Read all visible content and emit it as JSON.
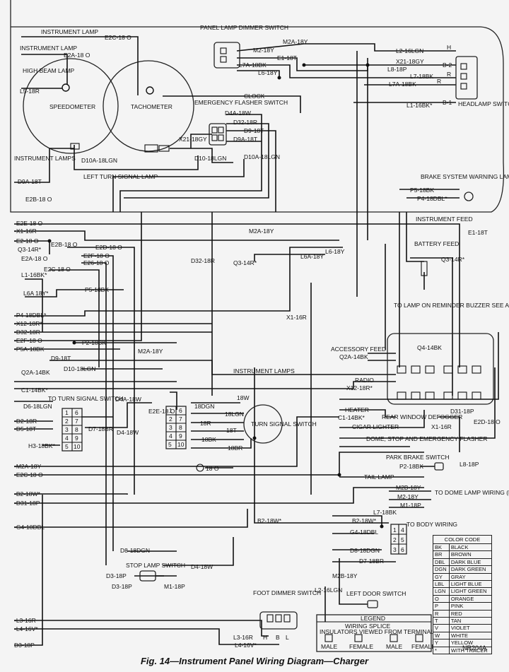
{
  "caption": "Fig. 14—Instrument Panel Wiring Diagram—Charger",
  "figure_ref": "NR204A",
  "components": {
    "speedometer": "SPEEDOMETER",
    "tachometer": "TACHOMETER",
    "panel_lamp_dimmer_switch": "PANEL LAMP DIMMER SWITCH",
    "emergency_flasher_switch": "EMERGENCY FLASHER SWITCH",
    "headlamp_switch": "HEADLAMP SWITCH",
    "brake_warning_lamp": "BRAKE SYSTEM WARNING LAMP",
    "turn_signal_switch": "TURN SIGNAL SWITCH",
    "to_turn_signal_switch": "TO TURN SIGNAL SWITCH",
    "stop_lamp_switch": "STOP LAMP SWITCH",
    "foot_dimmer_switch": "FOOT DIMMER SWITCH",
    "left_door_switch": "LEFT DOOR SWITCH",
    "to_dome_lamp_wiring": "TO DOME LAMP WIRING (BODY)",
    "to_body_wiring": "TO BODY WIRING",
    "lamp_on_reminder": "TO LAMP ON REMINDER BUZZER SEE ACCESSORY WIRING DIAGRAM",
    "clock": "CLOCK",
    "instrument_feed": "INSTRUMENT FEED",
    "battery_feed": "BATTERY FEED",
    "instrument_lamps": "INSTRUMENT LAMPS",
    "instrument_lamps_left": "INSTRUMENT LAMPS",
    "left_turn_signal_lamp": "LEFT TURN SIGNAL LAMP",
    "high_beam_lamp": "HIGH BEAM LAMP",
    "instrument_lamp_1": "INSTRUMENT LAMP",
    "instrument_lamp_2": "INSTRUMENT LAMP",
    "accessory_feed": "ACCESSORY FEED",
    "radio": "RADIO",
    "heater": "HEATER",
    "cigar_lighter": "CIGAR LIGHTER",
    "rear_window_defogger": "REAR WINDOW DEFOGGER",
    "dome_stop_flasher": "DOME, STOP AND EMERGENCY FLASHER",
    "park_brake_switch": "PARK BRAKE SWITCH",
    "tail_lamp": "TAIL LAMP"
  },
  "left_labels": [
    "-D9A-18T",
    "-E2E-18 O",
    "-X1-16R",
    "-E2-18 O",
    "Q3-14R*",
    "E2A-18 O",
    "L1-16BK*",
    "L6A 18Y*",
    "-P4-18DBL*",
    "-X12-18R*",
    "-D32-18R",
    "-E2F-18 O",
    "-P5A-18BK",
    "Q2A-14BK",
    "C1-14BK*",
    "D6-18LGN",
    "-D2-18R",
    "-D5-18T",
    "H3-18BK*",
    "-M2A-18Y",
    "-E2C-18 O",
    "-B2-18W*",
    "-D31-18P",
    "-G4-18DBL",
    "D3-18P",
    "-L3-16R",
    "-L4-16V*",
    "D3-18P"
  ],
  "wire_labels": {
    "e2c": "E2C-18 O",
    "e2a": "E2A-18 O",
    "l5": "L5-18R",
    "m2a_top": "M2A-18Y",
    "m2_18y": "M2-18Y",
    "l7a": "L7A-18BK",
    "l6": "L6-18Y",
    "e1": "E1-18T",
    "l2": "L2-16LGN",
    "x21": "X21-18GY",
    "l8": "L8-18P",
    "l7": "L7-18BK",
    "l7a_r": "L7A-18BK",
    "l1": "L1-16BK*",
    "d4a": "D4A-18W",
    "d32": "D32-18R",
    "d9": "D9-18T",
    "d9a": "D9A-18T",
    "d10": "D10-18LGN",
    "d10a": "D10A-18LGN",
    "x21_left": "X21-18GY",
    "d10a_left": "D10A-18LGN",
    "p5": "P5-18BK",
    "p4": "P4-18DBL*",
    "e2b": "E2B-18 O",
    "e2b2": "E2B-18 O",
    "e2d": "E2D-18 O",
    "e2f": "E2F-18 O",
    "e26": "E26-18 O",
    "e2c2": "E2C-18 O",
    "m2a_mid": "M2A-18Y",
    "l6a": "L6A-18Y",
    "l6_mid": "L6-18Y",
    "q3": "Q3-14R*",
    "q3_r": "Q3-14R*",
    "d32_mid": "D32-18R",
    "p5_mid": "P5-18BK",
    "e1_r": "E1-18T",
    "x1": "X1-16R",
    "p2": "P2-18BK",
    "m2a_lo": "M2A-18Y",
    "d9_lo": "D9-18T",
    "d10_lo": "D10-18LGN",
    "q2a": "Q2A-14BK",
    "q4": "Q4-14BK",
    "x12": "X12-18R*",
    "c1": "C1-14BK*",
    "x1_r": "X1-16R",
    "d31": "D31-18P",
    "e2d_r": "E2D-18 O",
    "d4a_lo": "D4A-18W",
    "e2e": "E2E-18 O",
    "d4": "D4-18W",
    "d7": "D7-18BR",
    "w18": "18W",
    "dgn18": "18DGN",
    "lgn18": "18LGN",
    "r18": "18R",
    "t18": "18T",
    "bk18": "18BK",
    "br18": "18BR",
    "o18": "18 O",
    "p2_r": "P2-18BK",
    "l8_r": "L8-18P",
    "m2b": "M2B-18Y",
    "m2": "M2-18Y",
    "m1": "M1-18P",
    "l7_lo": "L7-18BK",
    "b2": "B2-18W*",
    "b2_r": "B2-18W*",
    "g4": "G4-18DBL",
    "d8": "D8-18DGN",
    "d8_r": "D8-18DGN",
    "d7_r": "D7-18BR",
    "m2b_lo": "M2B-18Y",
    "l2_lo": "L2-16LGN",
    "d4_lo": "D4-18W",
    "m1_lo": "M1-18P",
    "d3": "D3-18P",
    "l3": "L3-16R",
    "l4": "L4-16V*"
  },
  "terminals": {
    "headlamp": [
      "H",
      "B-2",
      "R",
      "R",
      "B-1"
    ],
    "foot_dimmer": [
      "H",
      "B",
      "L"
    ],
    "turn_connector": [
      "1",
      "6",
      "2",
      "7",
      "3",
      "8",
      "4",
      "9",
      "5",
      "10"
    ],
    "body_connector": [
      "1",
      "4",
      "2",
      "5",
      "3",
      "6"
    ]
  },
  "legend": {
    "title": "LEGEND",
    "line1": "WIRING SPLICE",
    "line2": "INSULATORS VIEWED FROM TERMINAL SIDE",
    "items": [
      "MALE",
      "FEMALE",
      "MALE",
      "FEMALE"
    ]
  },
  "color_code": {
    "title": "COLOR CODE",
    "rows": [
      [
        "BK",
        "BLACK"
      ],
      [
        "BR",
        "BROWN"
      ],
      [
        "DBL",
        "DARK BLUE"
      ],
      [
        "DGN",
        "DARK GREEN"
      ],
      [
        "GY",
        "GRAY"
      ],
      [
        "LBL",
        "LIGHT BLUE"
      ],
      [
        "LGN",
        "LIGHT GREEN"
      ],
      [
        "O",
        "ORANGE"
      ],
      [
        "P",
        "PINK"
      ],
      [
        "R",
        "RED"
      ],
      [
        "T",
        "TAN"
      ],
      [
        "V",
        "VIOLET"
      ],
      [
        "W",
        "WHITE"
      ],
      [
        "Y",
        "YELLOW"
      ],
      [
        "*",
        "WITH TRACER"
      ]
    ]
  }
}
